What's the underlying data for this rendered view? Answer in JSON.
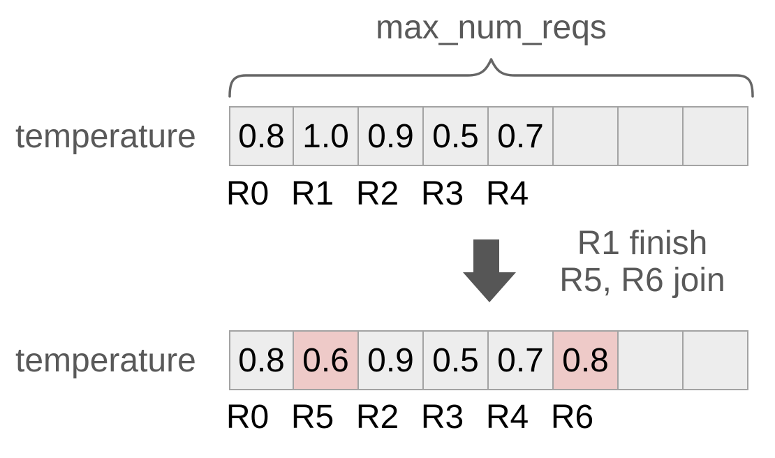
{
  "diagram": {
    "brace_label": "max_num_reqs",
    "transition": {
      "line1": "R1 finish",
      "line2": "R5, R6 join"
    },
    "before": {
      "row_label": "temperature",
      "cells": [
        {
          "value": "0.8",
          "highlight": false
        },
        {
          "value": "1.0",
          "highlight": false
        },
        {
          "value": "0.9",
          "highlight": false
        },
        {
          "value": "0.5",
          "highlight": false
        },
        {
          "value": "0.7",
          "highlight": false
        },
        {
          "value": "",
          "highlight": false
        },
        {
          "value": "",
          "highlight": false
        },
        {
          "value": "",
          "highlight": false
        }
      ],
      "request_labels": [
        "R0",
        "R1",
        "R2",
        "R3",
        "R4"
      ]
    },
    "after": {
      "row_label": "temperature",
      "cells": [
        {
          "value": "0.8",
          "highlight": false
        },
        {
          "value": "0.6",
          "highlight": true
        },
        {
          "value": "0.9",
          "highlight": false
        },
        {
          "value": "0.5",
          "highlight": false
        },
        {
          "value": "0.7",
          "highlight": false
        },
        {
          "value": "0.8",
          "highlight": true
        },
        {
          "value": "",
          "highlight": false
        },
        {
          "value": "",
          "highlight": false
        }
      ],
      "request_labels": [
        "R0",
        "R5",
        "R2",
        "R3",
        "R4",
        "R6"
      ]
    },
    "colors": {
      "cell_bg": "#ededed",
      "cell_border": "#a3a3a3",
      "highlight_bg": "#eecac8",
      "text_gray": "#595959",
      "arrow": "#565656",
      "brace": "#666666",
      "value_text": "#000000"
    }
  }
}
